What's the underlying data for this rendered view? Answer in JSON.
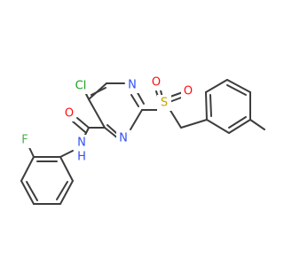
{
  "molecule": {
    "atoms": {
      "cl": "Cl",
      "n_ring_top": "N",
      "n_ring_bottom": "N",
      "o_carbonyl": "O",
      "n_amide": "N",
      "h_amide": "H",
      "s_sulfonyl": "S",
      "o_sulfonyl_left": "O",
      "o_sulfonyl_right": "O",
      "f": "F"
    },
    "colors": {
      "bond": "#3d3d3d",
      "carbon": "#3d3d3d",
      "nitrogen": "#3050f8",
      "oxygen": "#ff0d0d",
      "sulfur": "#c6a200",
      "chlorine": "#1fa01f",
      "fluorine": "#4caf50"
    }
  }
}
